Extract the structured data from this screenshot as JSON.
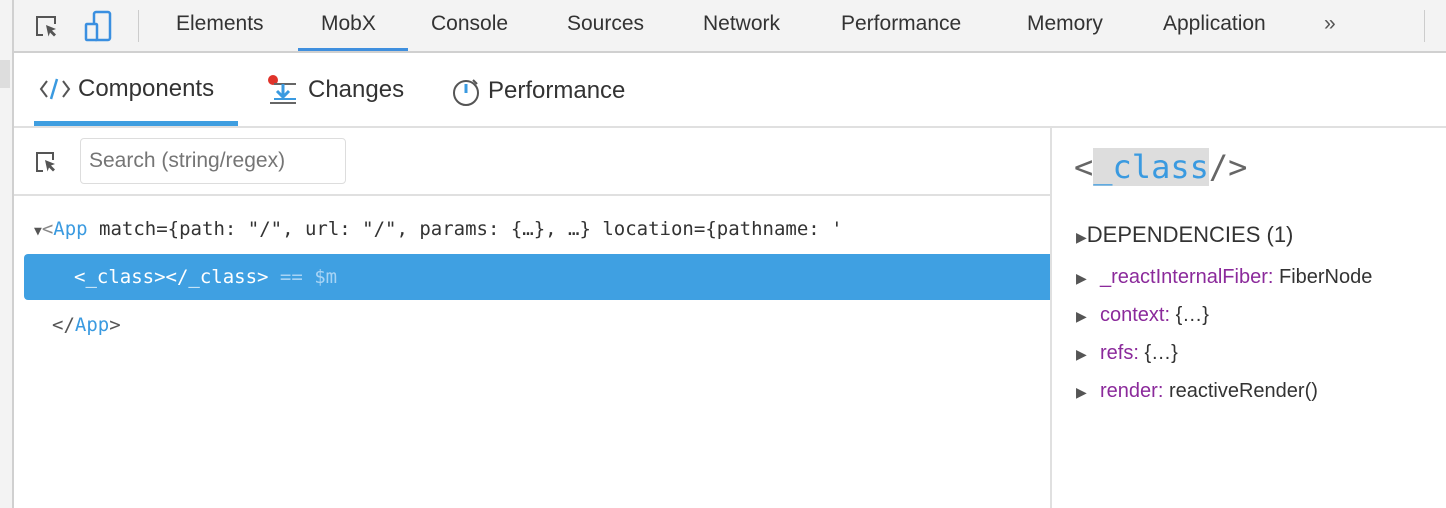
{
  "toolbar": {
    "tabs": [
      "Elements",
      "MobX",
      "Console",
      "Sources",
      "Network",
      "Performance",
      "Memory",
      "Application"
    ],
    "active_tab": "MobX",
    "more_label": "»",
    "accent": "#3f8fde"
  },
  "subtabs": {
    "items": [
      "Components",
      "Changes",
      "Performance"
    ],
    "active": "Components"
  },
  "search": {
    "placeholder": "Search (string/regex)"
  },
  "tree": {
    "app_open": "<",
    "app_name": "App",
    "app_attrs": " match={path: \"/\", url: \"/\", params: {…}, …} location={pathname: '",
    "child": "<_class></_class>",
    "child_ref": " == $m",
    "app_close_open": "</",
    "app_close_name": "App",
    "app_close_end": ">",
    "selected_color": "#3fa0e2"
  },
  "inspector": {
    "title_open": "<",
    "title_name": "_class",
    "title_close": "/>",
    "dependencies": "DEPENDENCIES (1)",
    "props": [
      {
        "key": "_reactInternalFiber:",
        "value": "FiberNode"
      },
      {
        "key": "context:",
        "value": "{…}"
      },
      {
        "key": "refs:",
        "value": "{…}"
      },
      {
        "key": "render:",
        "value": "reactiveRender()"
      }
    ]
  }
}
